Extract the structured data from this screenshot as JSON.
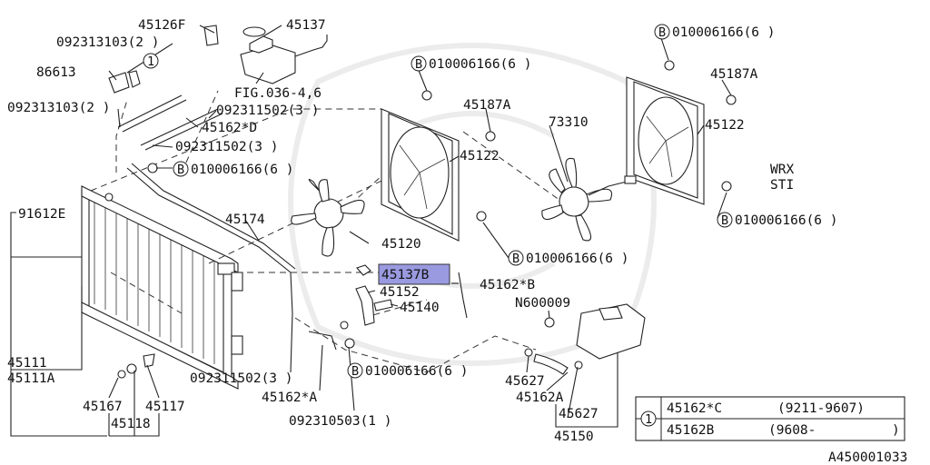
{
  "labels": {
    "l45126F": "45126F",
    "l45137": "45137",
    "l092313103a": "092313103(2 )",
    "lCircle1": "1",
    "l86613": "86613",
    "l092313103b": "092313103(2 )",
    "lFig": "FIG.036-4,6",
    "l092311502a": "092311502(3 )",
    "l45162D": "45162*D",
    "l092311502b": "092311502(3 )",
    "lBolt1": "010006166(6 )",
    "lBolt2": "010006166(6 )",
    "lBolt3": "010006166(6 )",
    "lBolt4": "010006166(6 )",
    "lBolt5": "010006166(6 )",
    "lBolt6": "010006166(6 )",
    "l45187Aa": "45187A",
    "l45187Ab": "45187A",
    "l45122a": "45122",
    "l45122b": "45122",
    "l73310": "73310",
    "lWRX": "WRX",
    "lSTI": "STI",
    "l91612E": "91612E",
    "l45174": "45174",
    "l45120": "45120",
    "l45137B": "45137B",
    "l45162B": "45162*B",
    "l45152": "45152",
    "l45140": "45140",
    "lN600009": "N600009",
    "l45111": "45111",
    "l45111A": "45111A",
    "l092311502c": "092311502(3 )",
    "l45162A_star": "45162*A",
    "l092310503": "092310503(1 )",
    "l45167": "45167",
    "l45117": "45117",
    "l45118": "45118",
    "l45627a": "45627",
    "l45162A": "45162A",
    "l45627b": "45627",
    "l45150": "45150",
    "bLetter": "B",
    "tableRef": "1",
    "row1Part": "45162*C",
    "row1Range": "(9211-9607)",
    "row2Part": "45162B",
    "row2Range": "(9608-",
    "row2Close": ")",
    "diagramCode": "A450001033"
  },
  "colors": {
    "highlight": "#9a9ae0",
    "line": "#222222"
  }
}
